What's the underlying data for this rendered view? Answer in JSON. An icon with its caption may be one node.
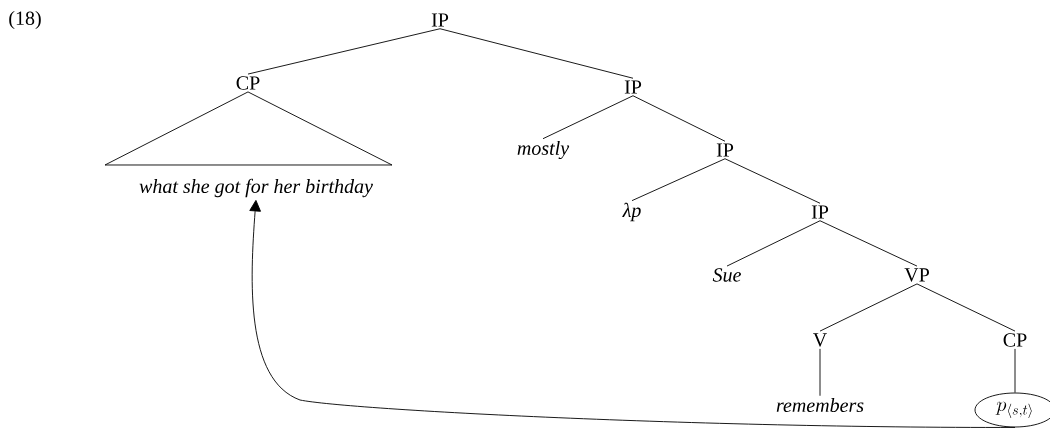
{
  "diagram": {
    "nodes": [
      {
        "text": [
          "IP"
        ]
      },
      {
        "text": [
          "CP"
        ]
      },
      {
        "text": [
          "what she got for her birthday"
        ]
      },
      {
        "text": [
          "IP"
        ]
      },
      {
        "text": [
          "mostly"
        ]
      },
      {
        "text": [
          "IP"
        ]
      },
      {
        "text": [
          "λp"
        ]
      },
      {
        "text": [
          "IP"
        ]
      },
      {
        "text": [
          "Sue"
        ]
      },
      {
        "text": [
          "VP"
        ]
      },
      {
        "text": [
          "V"
        ]
      },
      {
        "text": [
          "remembers"
        ]
      },
      {
        "text": [
          "CP"
        ]
      },
      {
        "text": [
          "p_{\\langle s,t\\rangle}"
        ]
      }
    ],
    "edges": [
      {
        "from": 0,
        "to": 1,
        "arrow": "none"
      },
      {
        "from": 0,
        "to": 3,
        "arrow": "none"
      },
      {
        "from": 1,
        "to": 2,
        "arrow": "none"
      },
      {
        "from": 3,
        "to": 4,
        "arrow": "none"
      },
      {
        "from": 3,
        "to": 5,
        "arrow": "none"
      },
      {
        "from": 5,
        "to": 6,
        "arrow": "none"
      },
      {
        "from": 5,
        "to": 7,
        "arrow": "none"
      },
      {
        "from": 7,
        "to": 8,
        "arrow": "none"
      },
      {
        "from": 7,
        "to": 9,
        "arrow": "none"
      },
      {
        "from": 9,
        "to": 10,
        "arrow": "none"
      },
      {
        "from": 10,
        "to": 11,
        "arrow": "none"
      },
      {
        "from": 9,
        "to": 12,
        "arrow": "none"
      },
      {
        "from": 12,
        "to": 13,
        "arrow": "none"
      },
      {
        "from": 13,
        "to": 2,
        "arrow": "to"
      }
    ],
    "labels": [
      "(18)"
    ]
  }
}
